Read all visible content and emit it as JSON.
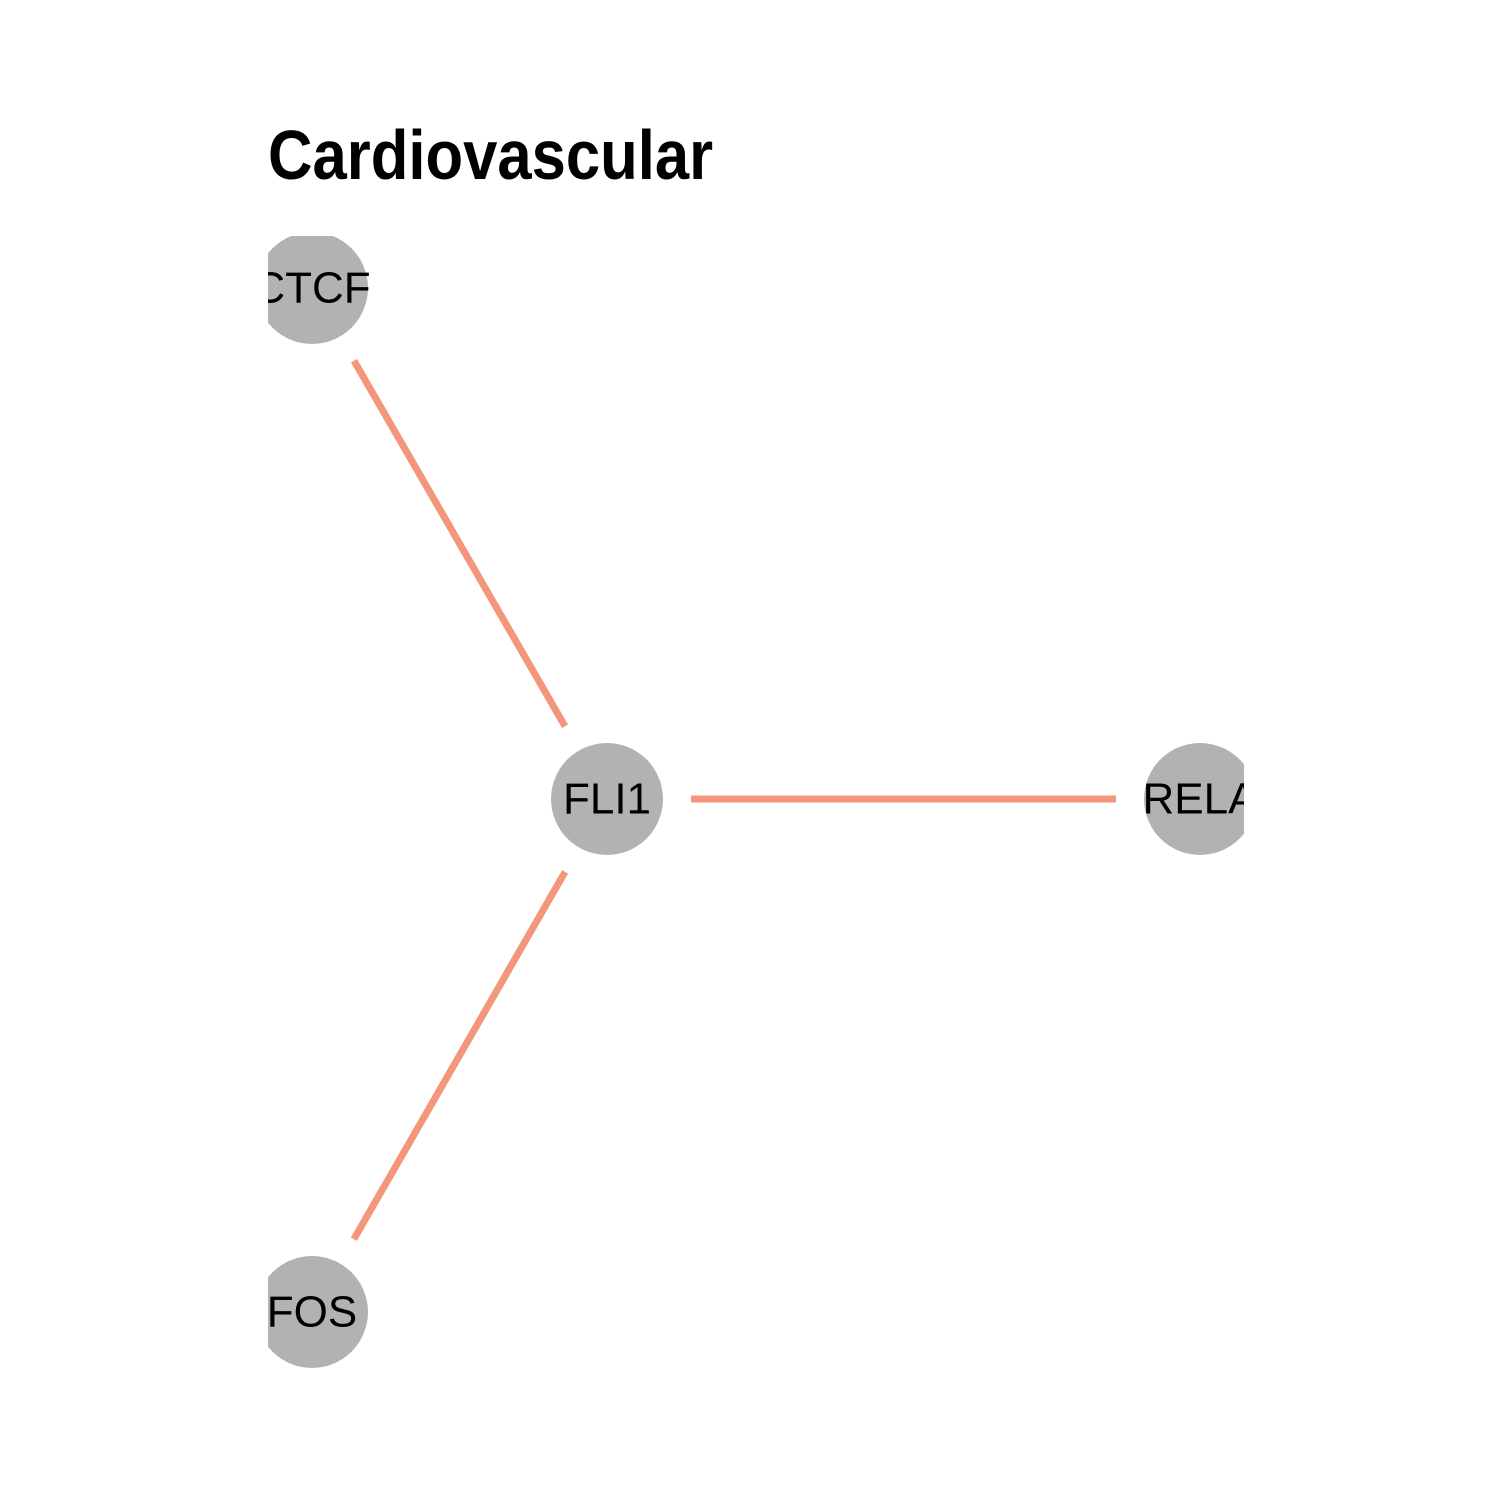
{
  "title": "Cardiovascular",
  "colors": {
    "edge": "#F4967B",
    "node": "#B2B2B2",
    "label": "#000000",
    "background": "#FFFFFF"
  },
  "nodes": [
    {
      "id": "CTCF",
      "label": "CTCF"
    },
    {
      "id": "FLI1",
      "label": "FLI1"
    },
    {
      "id": "RELA",
      "label": "RELA"
    },
    {
      "id": "FOS",
      "label": "FOS"
    }
  ],
  "edges": [
    {
      "source": "FLI1",
      "target": "CTCF"
    },
    {
      "source": "FLI1",
      "target": "RELA"
    },
    {
      "source": "FLI1",
      "target": "FOS"
    }
  ]
}
